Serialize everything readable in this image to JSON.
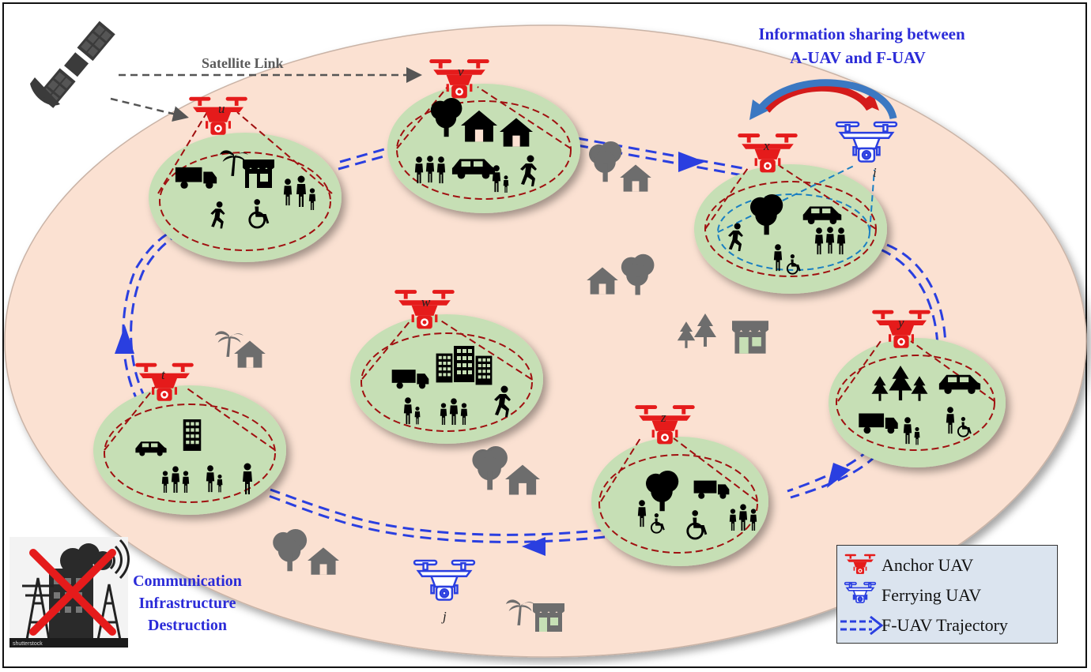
{
  "labels": {
    "satellite_link": "Satellite Link",
    "info_sharing_line1": "Information sharing between",
    "info_sharing_line2": "A-UAV and F-UAV",
    "infra_line1": "Communication",
    "infra_line2": "Infrastructure",
    "infra_line3": "Destruction",
    "stock_watermark": "shutterstock"
  },
  "anchor_uavs": [
    {
      "id": "u",
      "label": "u"
    },
    {
      "id": "v",
      "label": "v"
    },
    {
      "id": "x",
      "label": "x"
    },
    {
      "id": "y",
      "label": "y"
    },
    {
      "id": "z",
      "label": "z"
    },
    {
      "id": "w",
      "label": "w"
    },
    {
      "id": "t",
      "label": "t"
    }
  ],
  "ferrying_uavs": [
    {
      "id": "i",
      "label": "i"
    },
    {
      "id": "j",
      "label": "j"
    }
  ],
  "legend": {
    "anchor": "Anchor UAV",
    "ferrying": "Ferrying UAV",
    "trajectory": "F-UAV Trajectory"
  },
  "colors": {
    "anchor_uav": "#e51b1b",
    "ferrying_uav": "#2a3fe0",
    "trajectory": "#2a3fe0",
    "cluster_fill": "#c6dfb5",
    "region_fill": "#fbe1d2",
    "cluster_boundary": "#a01010",
    "shared_boundary": "#1a7fc2"
  }
}
